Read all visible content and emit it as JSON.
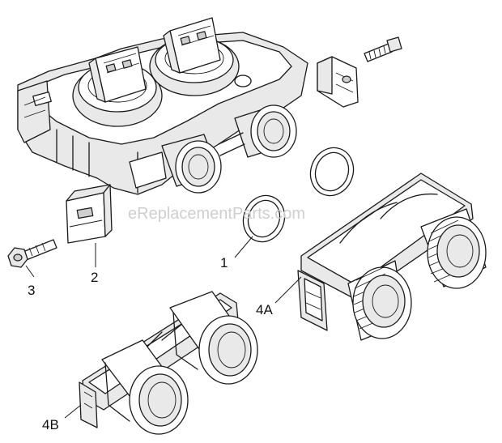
{
  "watermark": "eReplacementParts.com",
  "callouts": [
    {
      "id": "1",
      "label": "1"
    },
    {
      "id": "2",
      "label": "2"
    },
    {
      "id": "3",
      "label": "3"
    },
    {
      "id": "4a",
      "label": "4A"
    },
    {
      "id": "4b",
      "label": "4B"
    }
  ],
  "parts": [
    {
      "id": "valve-body",
      "name": "control valve body"
    },
    {
      "id": "o-ring-upper",
      "name": "o-ring"
    },
    {
      "id": "o-ring-lower",
      "name": "o-ring"
    },
    {
      "id": "clip",
      "name": "clip"
    },
    {
      "id": "screw",
      "name": "screw"
    },
    {
      "id": "threaded-adapter",
      "name": "threaded adapter"
    },
    {
      "id": "sweat-adapter",
      "name": "sweat adapter"
    }
  ]
}
